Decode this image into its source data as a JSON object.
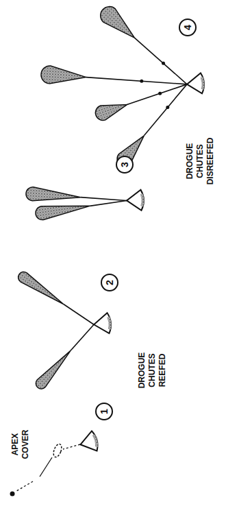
{
  "diagram": {
    "nodes": [
      {
        "text": [
          "1"
        ]
      },
      {
        "text": [
          "2"
        ]
      },
      {
        "text": [
          "3"
        ]
      },
      {
        "text": [
          "4"
        ]
      }
    ],
    "labels": [
      "APEX COVER",
      "DROGUE CHUTES REEFED",
      "DROGUE CHUTES DISREEFED"
    ]
  }
}
